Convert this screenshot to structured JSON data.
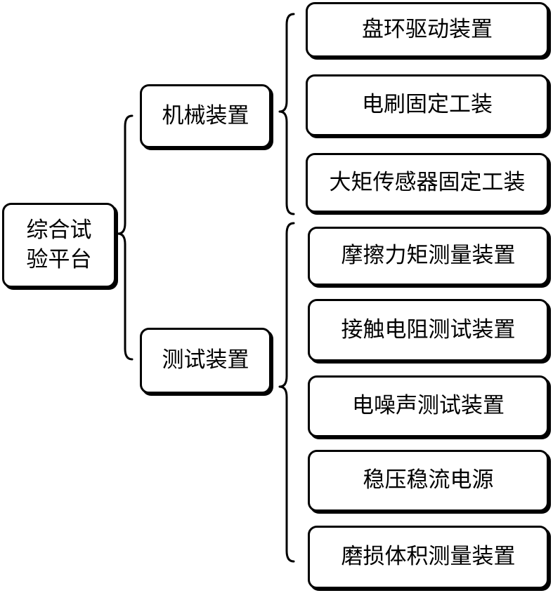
{
  "root": {
    "line1": "综合试",
    "line2": "验平台"
  },
  "groups": [
    {
      "label": "机械装置",
      "items": [
        "盘环驱动装置",
        "电刷固定工装",
        "大矩传感器固定工装"
      ]
    },
    {
      "label": "测试装置",
      "items": [
        "摩擦力矩测量装置",
        "接触电阻测试装置",
        "电噪声测试装置",
        "稳压稳流电源",
        "磨损体积测量装置"
      ]
    }
  ]
}
